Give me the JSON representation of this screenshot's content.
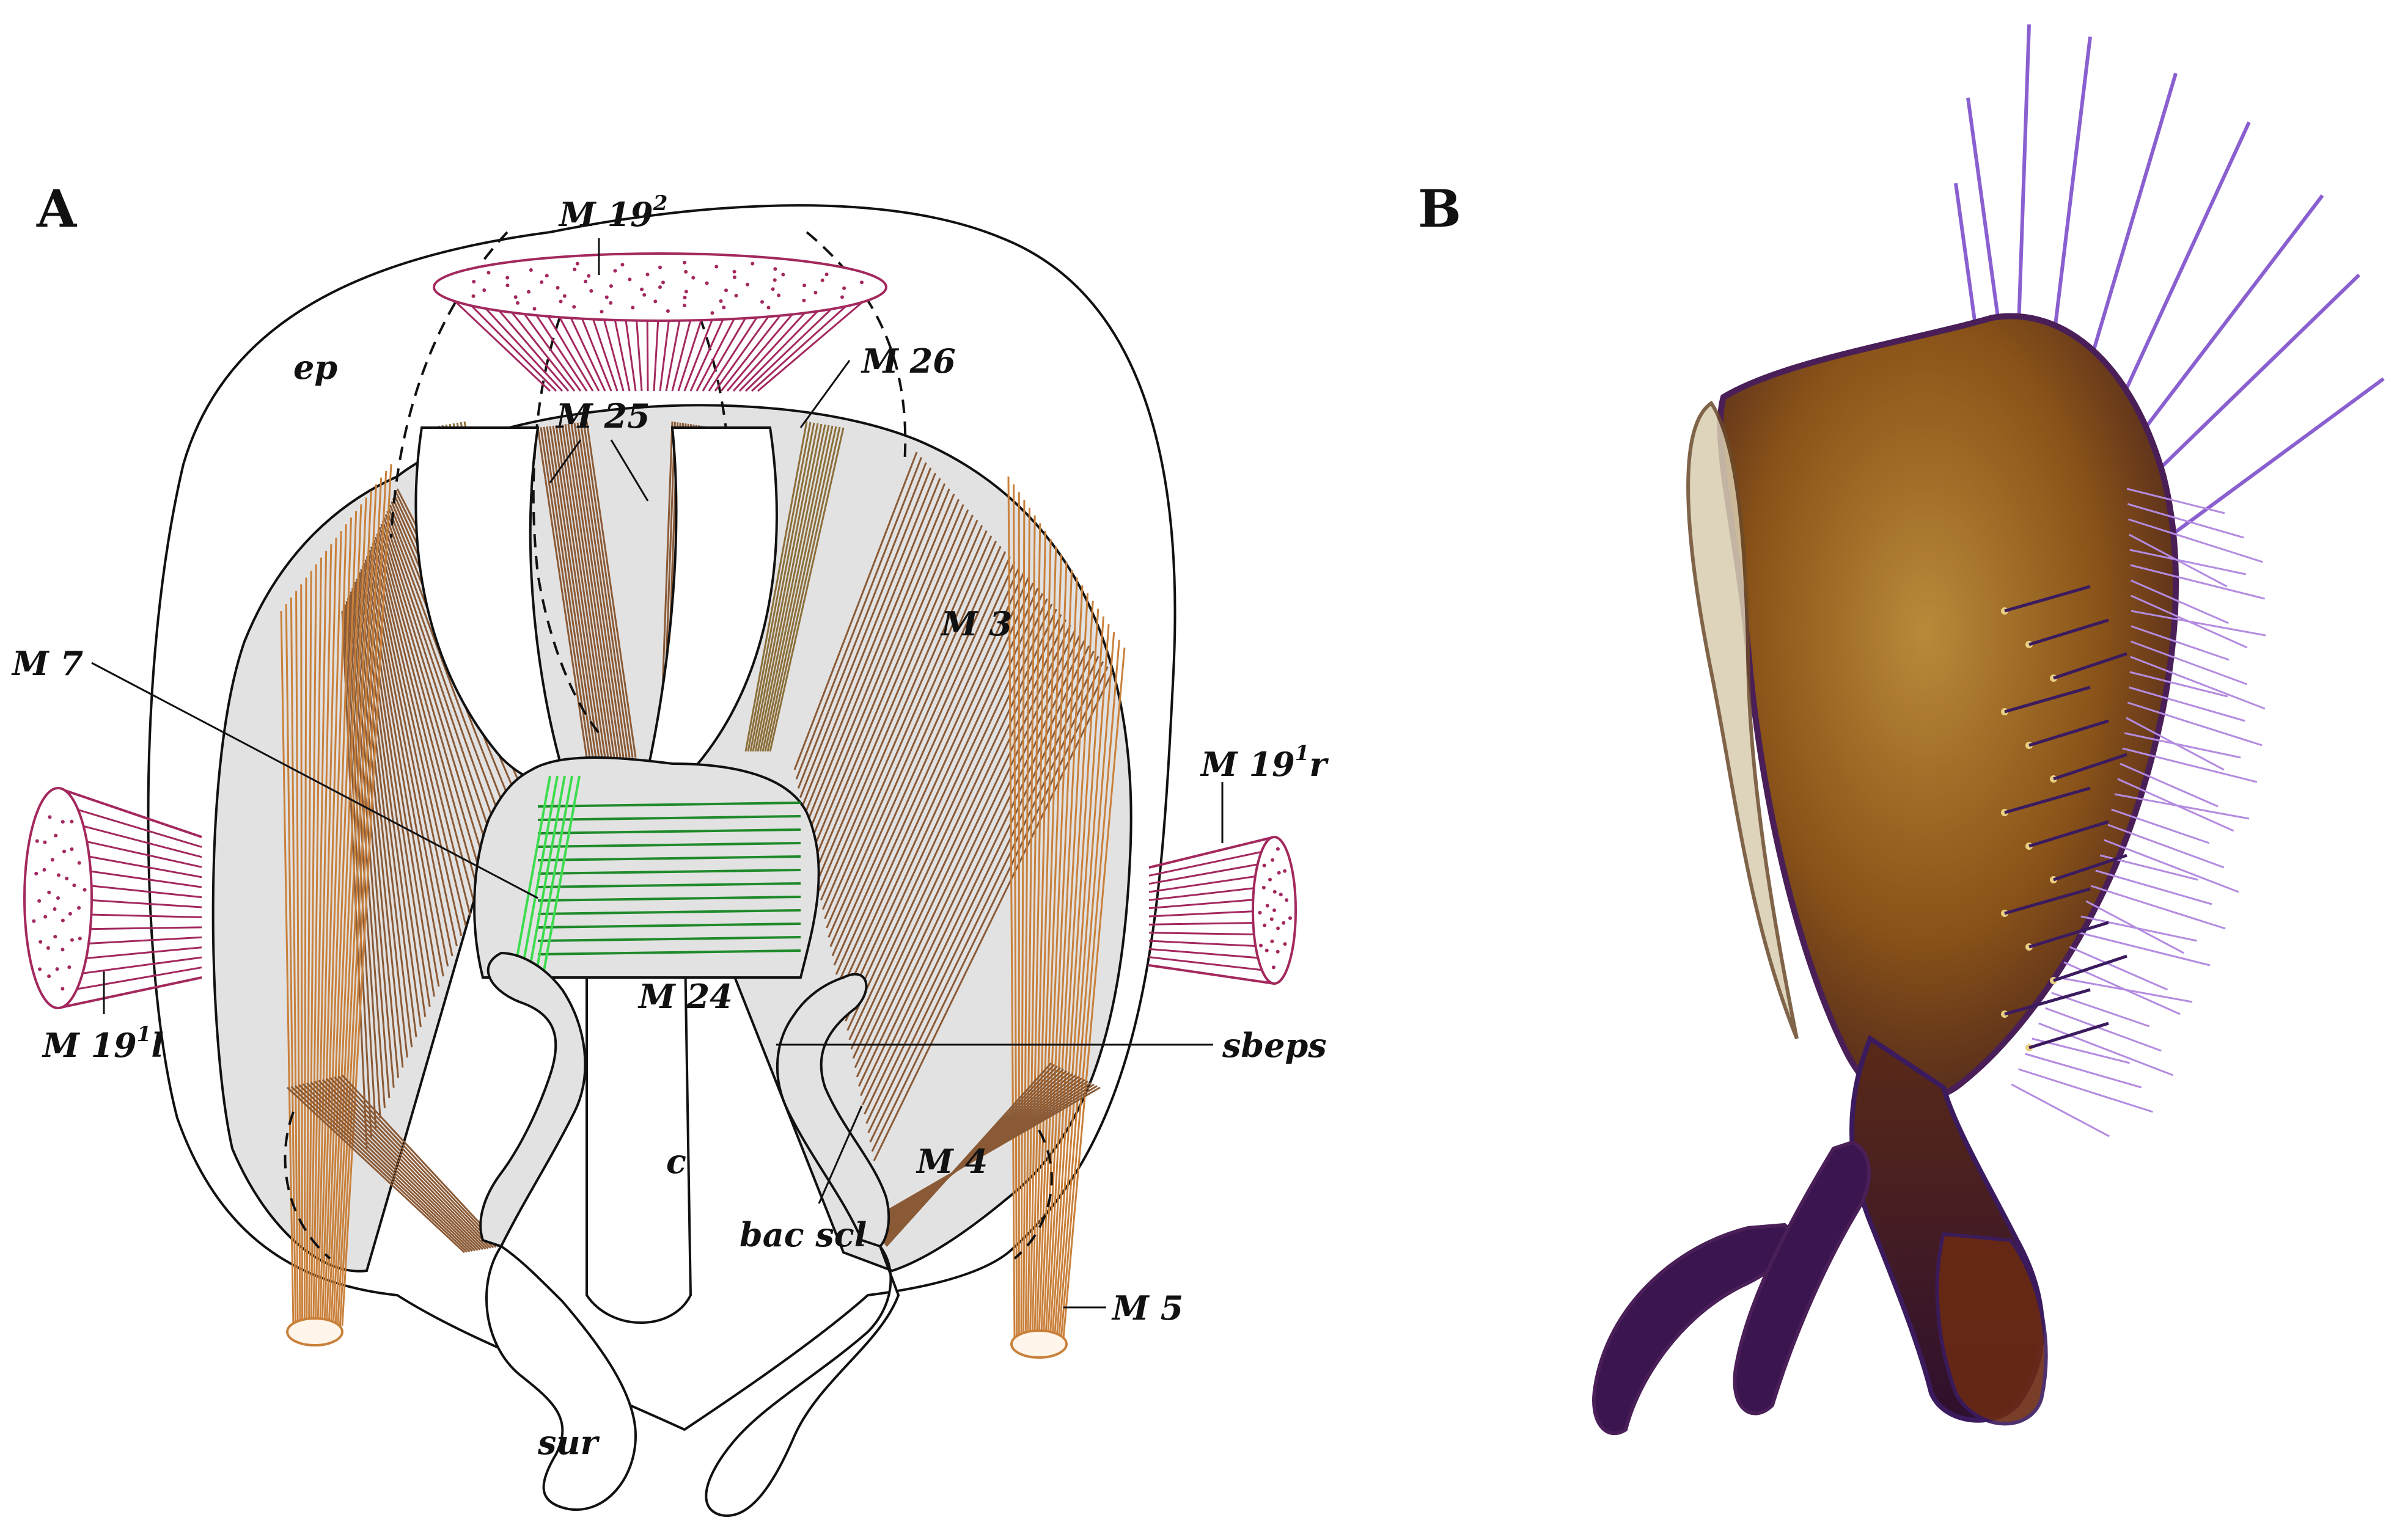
{
  "panels": {
    "a": {
      "letter": "A"
    },
    "b": {
      "letter": "B"
    }
  },
  "labels": {
    "m19_2": {
      "base": "M 19",
      "sup": "2"
    },
    "m26": "M 26",
    "ep": "ep",
    "m25": "M 25",
    "m3": "M 3",
    "m7": "M 7",
    "m19_1r": {
      "base": "M 19",
      "sup": "1",
      "suffix": "r"
    },
    "m19_1l": {
      "base": "M 19",
      "sup": "1",
      "suffix": "l"
    },
    "m24": "M 24",
    "sbeps": "sbeps",
    "m4": "M 4",
    "c": "c",
    "bac_scl": "bac scl",
    "m5": "M 5",
    "sur": "sur"
  },
  "colors": {
    "outline": "#111111",
    "sclerite_fill": "#e2e2e2",
    "muscle_brown": "#8a5a36",
    "muscle_olive": "#8b6f3a",
    "muscle_orange": "#c9803a",
    "muscle_magenta": "#a3285e",
    "muscle_green": "#1f8a2a",
    "muscle_green_light": "#3ddc50",
    "specimen_body": "#7a3f12",
    "specimen_edge": "#4a1f58",
    "specimen_seta": "#3b1b5e"
  }
}
